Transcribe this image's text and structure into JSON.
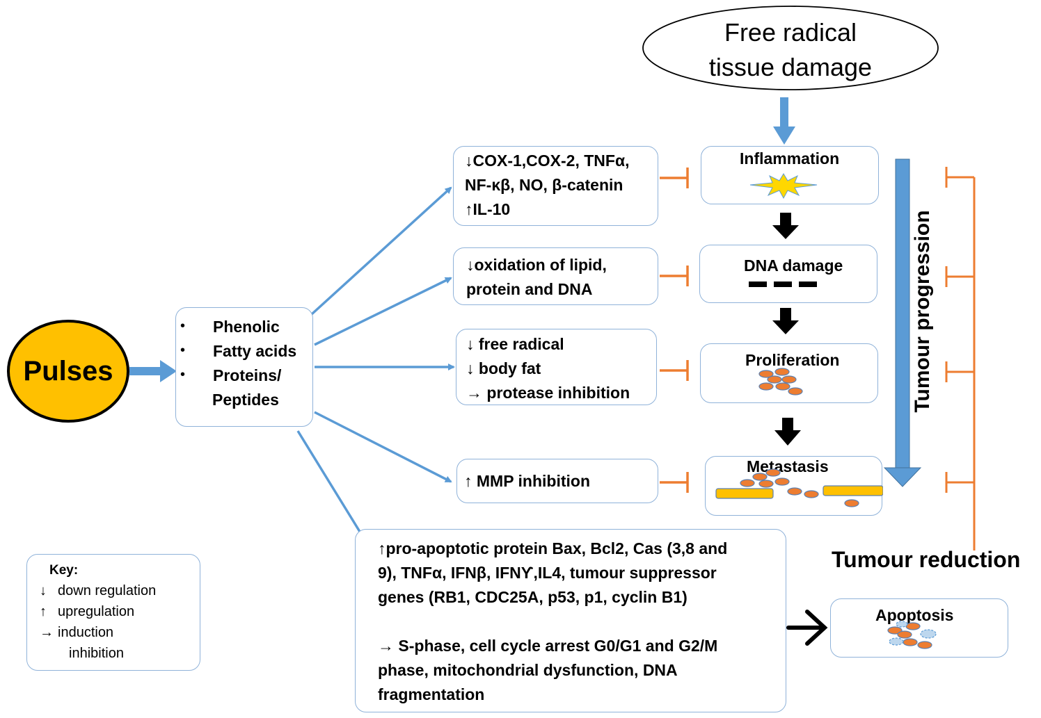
{
  "pulses": {
    "label": "Pulses",
    "fill_color": "#FFC000"
  },
  "free_radical": {
    "line1": "Free radical",
    "line2": "tissue damage"
  },
  "components": {
    "items": [
      "Phenolic",
      "Fatty acids",
      "Proteins/",
      "Peptides"
    ],
    "bullet": "•"
  },
  "effects": {
    "inflammation": {
      "lines": [
        "↓COX-1,COX-2, TNFα,",
        "NF-κβ, NO, β-catenin",
        "↑IL-10"
      ]
    },
    "dna": {
      "lines": [
        "↓oxidation of lipid,",
        "protein and DNA"
      ]
    },
    "proliferation": {
      "lines": [
        "↓ free radical",
        "↓ body fat",
        "→ protease inhibition"
      ]
    },
    "metastasis": {
      "lines": [
        "↑ MMP inhibition"
      ]
    },
    "apoptosis": {
      "lines": [
        "↑pro-apoptotic protein Bax, Bcl2, Cas (3,8 and",
        "9), TNFα, IFNβ, IFNϒ,IL4, tumour suppressor",
        "genes (RB1, CDC25A, p53, p1, cyclin B1)",
        "",
        "→ S-phase, cell cycle arrest G0/G1 and G2/M",
        "phase, mitochondrial dysfunction, DNA",
        "fragmentation"
      ]
    }
  },
  "stages": {
    "inflammation": "Inflammation",
    "dna_damage": "DNA damage",
    "proliferation": "Proliferation",
    "metastasis": "Metastasis",
    "apoptosis": "Apoptosis"
  },
  "side_labels": {
    "progression": "Tumour progression",
    "reduction": "Tumour reduction"
  },
  "key": {
    "title": "Key:",
    "items": [
      {
        "symbol": "↓",
        "label": "down regulation"
      },
      {
        "symbol": "↑",
        "label": "upregulation"
      },
      {
        "symbol": "→",
        "label": "induction"
      },
      {
        "symbol": "inhibition-icon",
        "label": "inhibition"
      }
    ]
  },
  "colors": {
    "arrow_blue": "#5B9BD5",
    "box_border": "#8FB2D9",
    "inhibition_orange": "#ED7D31",
    "cell_orange": "#ED7D31",
    "vessel_yellow": "#FFC000",
    "star_yellow": "#FFD700"
  }
}
